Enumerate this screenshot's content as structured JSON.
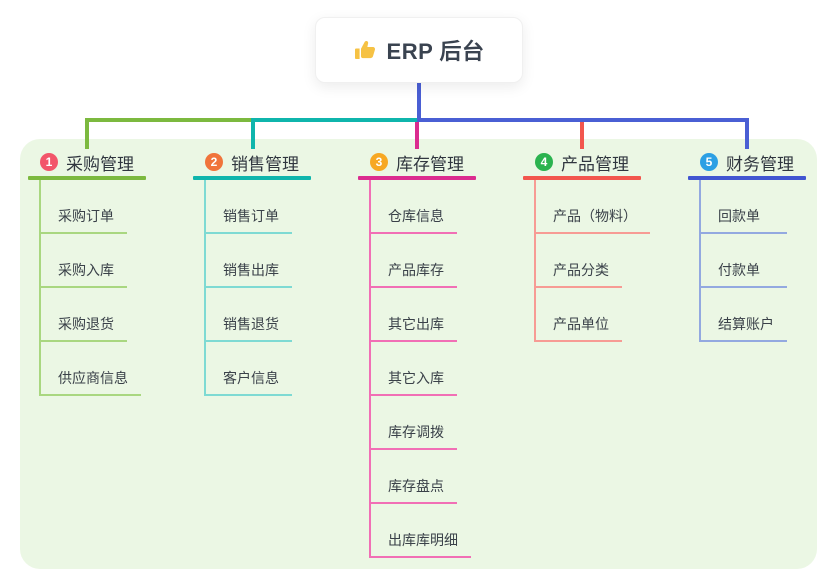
{
  "root": {
    "title": "ERP 后台",
    "icon": "thumbs-up",
    "icon_color": "#F6C244"
  },
  "panel": {
    "background": "#EBF7E4"
  },
  "connectors": {
    "root_line": "#4A5FD4",
    "green": "#7CB93F",
    "teal": "#0FB5AC",
    "blue": "#4A5FD4",
    "magenta": "#DB2C8F",
    "red": "#F2564D"
  },
  "branches": [
    {
      "number": "1",
      "title": "采购管理",
      "badge_color": "#F2566A",
      "line_color": "#7CB93F",
      "child_line_color": "#A9D780",
      "children": [
        "采购订单",
        "采购入库",
        "采购退货",
        "供应商信息"
      ]
    },
    {
      "number": "2",
      "title": "销售管理",
      "badge_color": "#F0743B",
      "line_color": "#0FB5AC",
      "child_line_color": "#7EDAD3",
      "children": [
        "销售订单",
        "销售出库",
        "销售退货",
        "客户信息"
      ]
    },
    {
      "number": "3",
      "title": "库存管理",
      "badge_color": "#F7A823",
      "line_color": "#DB2C8F",
      "child_line_color": "#F16FB5",
      "children": [
        "仓库信息",
        "产品库存",
        "其它出库",
        "其它入库",
        "库存调拨",
        "库存盘点",
        "出库库明细"
      ]
    },
    {
      "number": "4",
      "title": "产品管理",
      "badge_color": "#2BB34F",
      "line_color": "#F2564D",
      "child_line_color": "#F79B94",
      "children": [
        "产品（物料）",
        "产品分类",
        "产品单位"
      ]
    },
    {
      "number": "5",
      "title": "财务管理",
      "badge_color": "#2CA0E4",
      "line_color": "#4155D1",
      "child_line_color": "#93A9E0",
      "children": [
        "回款单",
        "付款单",
        "结算账户"
      ]
    }
  ]
}
